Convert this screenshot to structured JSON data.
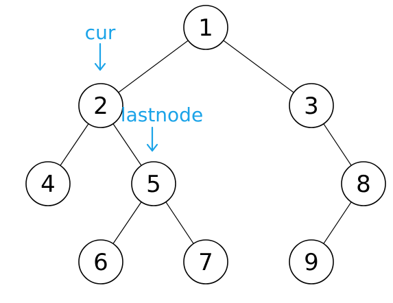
{
  "diagram": {
    "nodes": [
      {
        "id": "1",
        "label": "1"
      },
      {
        "id": "2",
        "label": "2"
      },
      {
        "id": "3",
        "label": "3"
      },
      {
        "id": "4",
        "label": "4"
      },
      {
        "id": "5",
        "label": "5"
      },
      {
        "id": "8",
        "label": "8"
      },
      {
        "id": "6",
        "label": "6"
      },
      {
        "id": "7",
        "label": "7"
      },
      {
        "id": "9",
        "label": "9"
      }
    ],
    "edges": [
      {
        "from": "1",
        "to": "2"
      },
      {
        "from": "1",
        "to": "3"
      },
      {
        "from": "2",
        "to": "4"
      },
      {
        "from": "2",
        "to": "5"
      },
      {
        "from": "3",
        "to": "8"
      },
      {
        "from": "5",
        "to": "6"
      },
      {
        "from": "5",
        "to": "7"
      },
      {
        "from": "8",
        "to": "9"
      }
    ],
    "annotations": [
      {
        "id": "cur",
        "label": "cur",
        "target": "2"
      },
      {
        "id": "lastnode",
        "label": "lastnode",
        "target": "5"
      }
    ],
    "colors": {
      "annotation": "#1aa3e8",
      "node_stroke": "#000000",
      "edge": "#000000"
    }
  }
}
